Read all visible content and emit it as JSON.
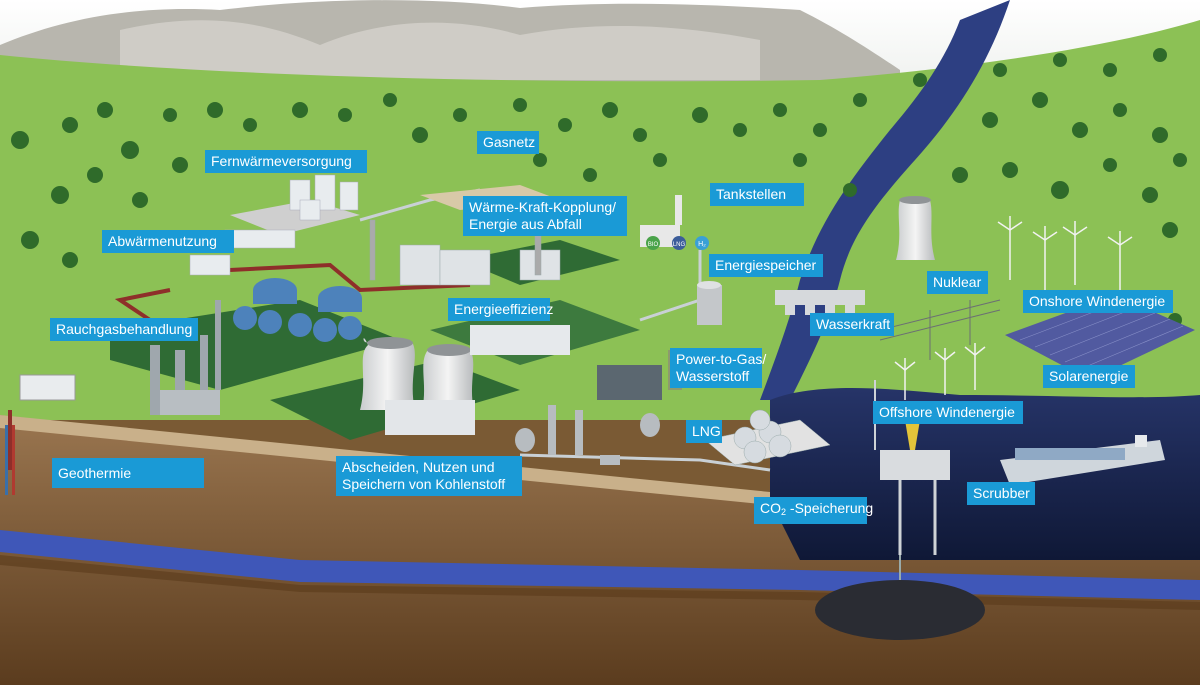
{
  "labels": {
    "fernwaerme": "Fernwärmeversorgung",
    "gasnetz": "Gasnetz",
    "waerme_kraft_line1": "Wärme-Kraft-Kopplung/",
    "waerme_kraft_line2": "Energie aus Abfall",
    "tankstellen": "Tankstellen",
    "abwaerme": "Abwärmenutzung",
    "energiespeicher": "Energiespeicher",
    "nuklear": "Nuklear",
    "onshore": "Onshore Windenergie",
    "energieeffizienz": "Energieeffizienz",
    "wasserkraft": "Wasserkraft",
    "rauchgas": "Rauchgasbehandlung",
    "ptg_line1": "Power-to-Gas/",
    "ptg_line2": "Wasserstoff",
    "solar": "Solarenergie",
    "offshore": "Offshore Windenergie",
    "lng": "LNG",
    "geothermie": "Geothermie",
    "ccus_line1": "Abscheiden, Nutzen und",
    "ccus_line2": "Speichern von Kohlenstoff",
    "co2_prefix": "CO",
    "co2_sub": "2",
    "co2_suffix": " -Speicherung",
    "scrubber": "Scrubber"
  },
  "icon_texts": {
    "bio": "BIO",
    "lng": "LNG",
    "h2": "H₂"
  },
  "colors": {
    "label_bg": "#1a9ad6",
    "label_text": "#ffffff",
    "grass": "#8cc155",
    "plant_ground": "#2f6b34",
    "soil": "#6e4a26",
    "groundwater": "#3f57b8",
    "sea": "#1b2547",
    "heat_pipe": "#8e2f2a"
  }
}
